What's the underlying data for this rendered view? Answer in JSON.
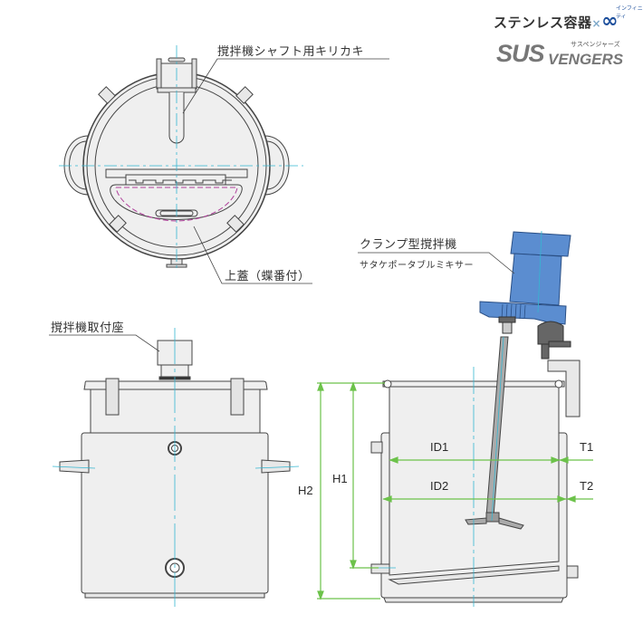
{
  "logo": {
    "japanese": "ステンレス容器",
    "cross": "×",
    "infinity": "∞",
    "infinity_kana": "インフィニティ",
    "brand_main": "SUS",
    "brand_sub": "VENGERS",
    "brand_kana": "サスペンジャーズ"
  },
  "labels": {
    "shaft_slot": "撹拌機シャフト用キリカキ",
    "lid": "上蓋（蝶番付）",
    "mixer_title": "クランプ型撹拌機",
    "mixer_subtitle": "サタケポータブルミキサー",
    "mount_seat": "撹拌機取付座"
  },
  "dimensions": {
    "id1": "ID1",
    "id2": "ID2",
    "t1": "T1",
    "t2": "T2",
    "h1": "H1",
    "h2": "H2"
  },
  "colors": {
    "motor_blue": "#5b8dd0",
    "tank_fill": "#efefef",
    "outline": "#444444",
    "centerline": "#35b6d1",
    "dimension_green": "#6cc24a",
    "gasket_magenta": "#b0409b"
  }
}
